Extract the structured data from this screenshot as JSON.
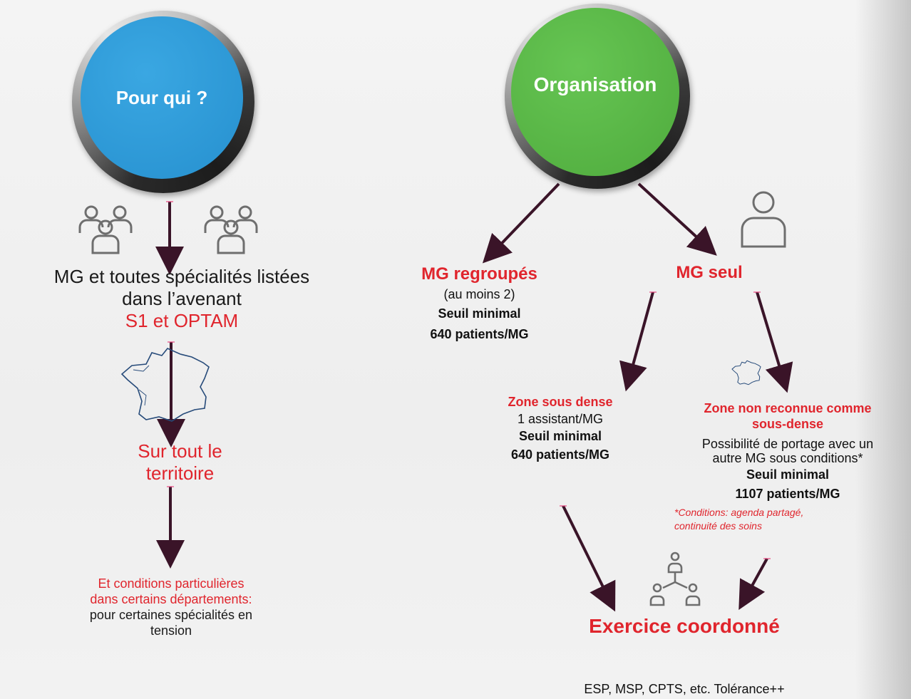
{
  "circles": {
    "pour_qui": {
      "label": "Pour qui ?",
      "color": "#2d9bd6"
    },
    "organisation": {
      "label": "Organisation",
      "color": "#58b545"
    }
  },
  "left": {
    "line1": "MG et toutes spécialités listées",
    "line2": "dans l’avenant",
    "line3": "S1 et OPTAM",
    "territoire1": "Sur tout le",
    "territoire2": "territoire",
    "cond1": "Et conditions particulières",
    "cond2": "dans certains départements:",
    "cond3": "pour certaines spécialités en",
    "cond4": "tension"
  },
  "regroupes": {
    "title": "MG regroupés",
    "sub": "(au moins 2)",
    "seuil": "Seuil minimal",
    "patients": "640 patients/MG"
  },
  "seul": {
    "title": "MG seul"
  },
  "sous_dense": {
    "title": "Zone sous dense",
    "sub": "1 assistant/MG",
    "seuil": "Seuil minimal",
    "patients": "640 patients/MG"
  },
  "non_reconnue": {
    "title1": "Zone non reconnue comme",
    "title2": "sous-dense",
    "line1": "Possibilité de portage avec un",
    "line2": "autre MG sous conditions*",
    "seuil": "Seuil minimal",
    "patients": "1107 patients/MG",
    "note1": "*Conditions: agenda partagé,",
    "note2": "continuité des soins"
  },
  "coordonne": {
    "title": "Exercice coordonné"
  },
  "footer": "ESP, MSP, CPTS, etc. Tolérance++",
  "icons": [
    "group-icon",
    "group-icon",
    "person-icon",
    "france-map-icon",
    "france-map-icon",
    "network-icon"
  ],
  "colors": {
    "red": "#e0252d",
    "arrow": "#5a1e3c",
    "arrow_outline": "#ff3d8b"
  }
}
